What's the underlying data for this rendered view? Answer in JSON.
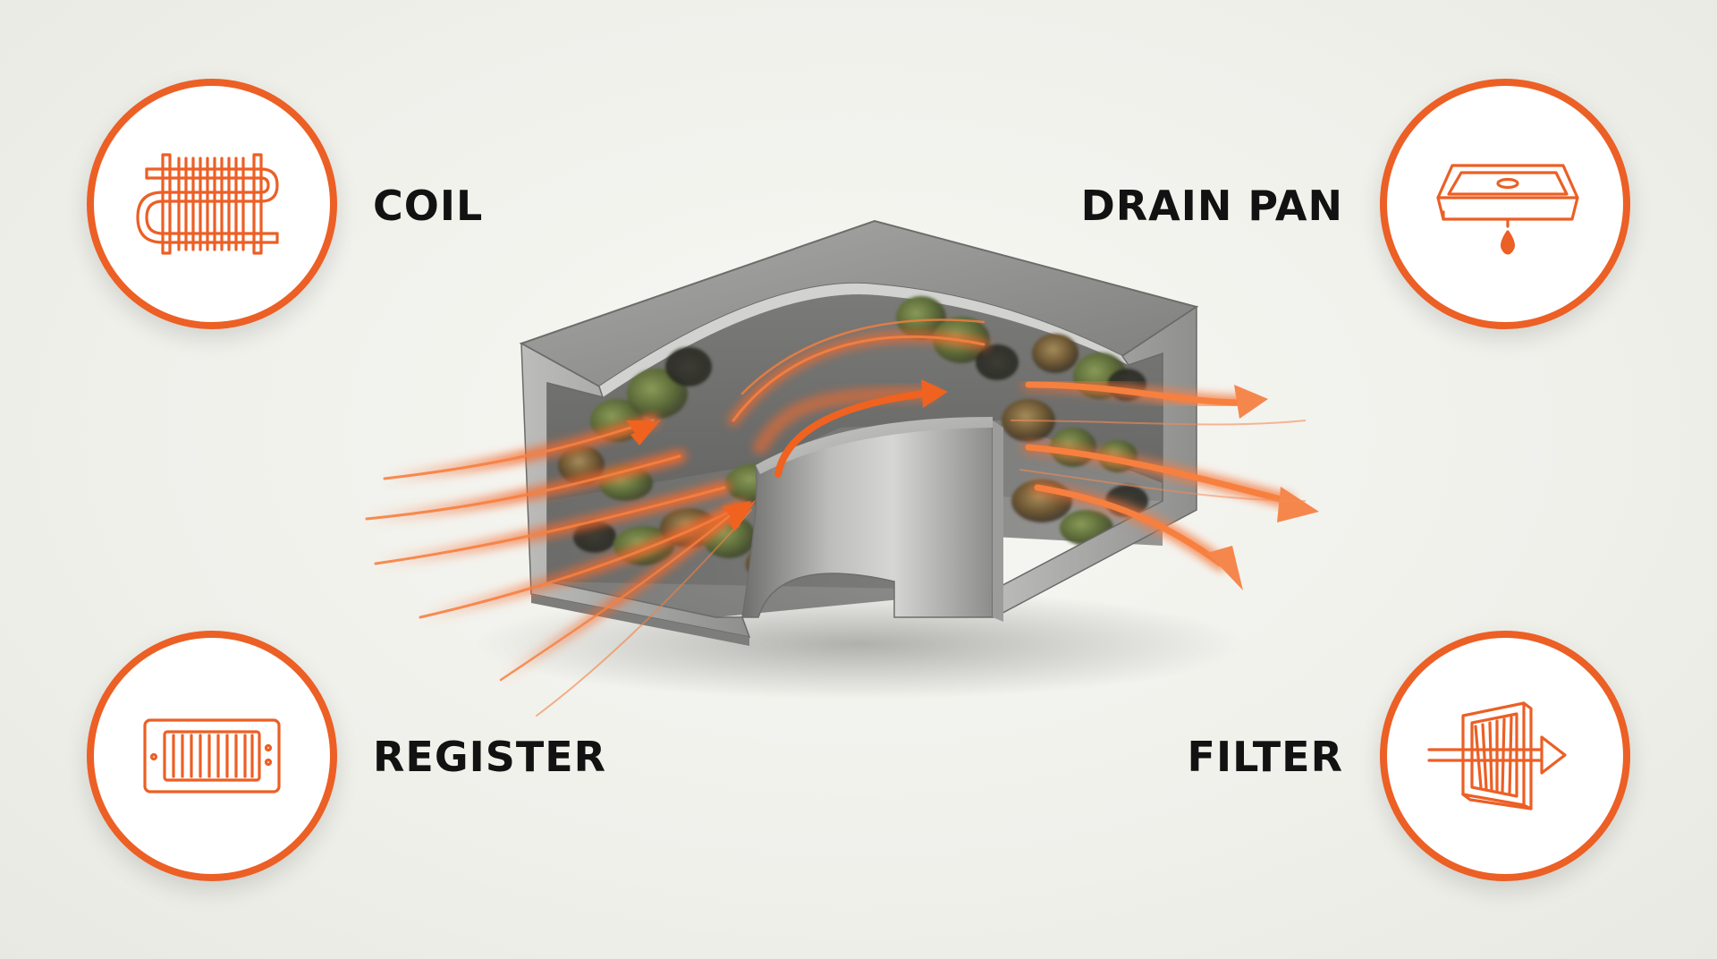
{
  "callouts": {
    "coil": {
      "label": "COIL",
      "icon": "coil-icon"
    },
    "register": {
      "label": "REGISTER",
      "icon": "register-vent-icon"
    },
    "drain_pan": {
      "label": "DRAIN PAN",
      "icon": "drain-pan-icon"
    },
    "filter": {
      "label": "FILTER",
      "icon": "air-filter-icon"
    }
  },
  "illustration": {
    "subject": "duct-elbow-cutaway",
    "overlay": "mold-growth",
    "flow": "airflow-arrows"
  },
  "colors": {
    "accent": "#ec5f25",
    "background": "#f0f0eb",
    "label_text": "#121212",
    "duct_metal": "#8e8e8e",
    "mold_green": "#6b7a45",
    "mold_dark": "#3d3a2c"
  }
}
